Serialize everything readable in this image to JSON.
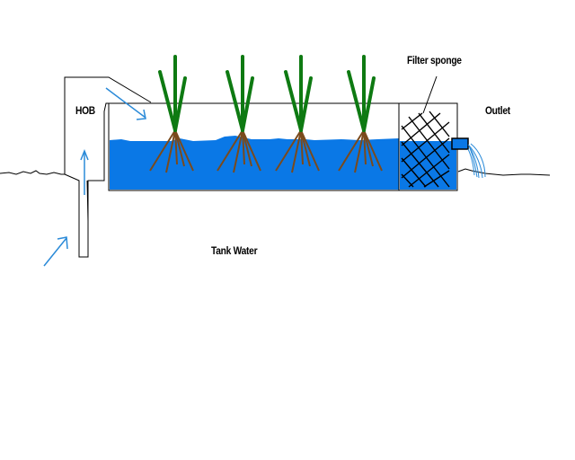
{
  "title": "HOB planter filter diagram",
  "labels": {
    "hob": "HOB",
    "filter_sponge": "Filter sponge",
    "outlet": "Outlet",
    "tank_water": "Tank Water"
  },
  "colors": {
    "water": "#0a78e6",
    "plant_leaf": "#0e7a12",
    "plant_root": "#7a4a1c",
    "flow_arrow": "#2a8ad8",
    "outline": "#000000"
  },
  "plants": [
    {
      "name": "plant-1"
    },
    {
      "name": "plant-2"
    },
    {
      "name": "plant-3"
    },
    {
      "name": "plant-4"
    }
  ]
}
